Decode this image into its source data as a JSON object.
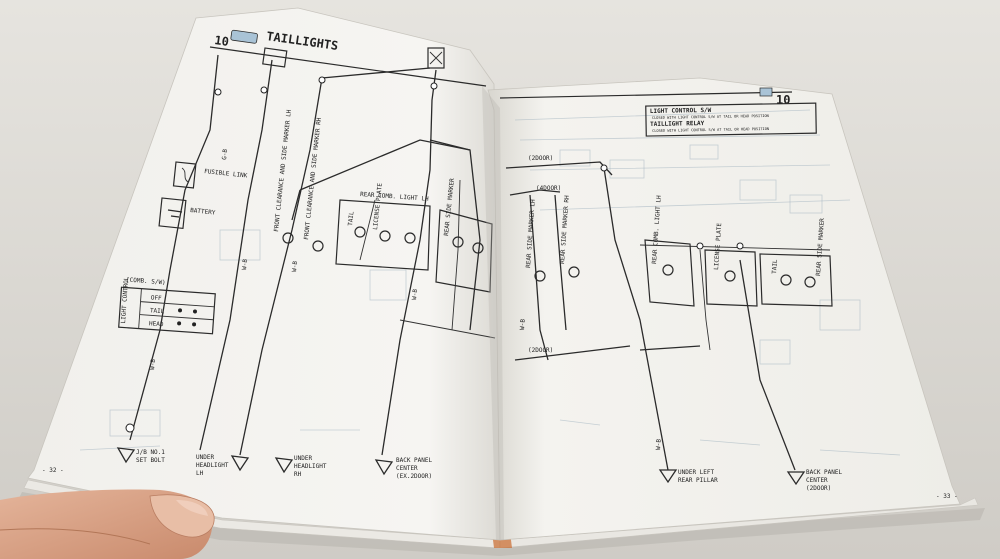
{
  "left_page": {
    "section_number": "10",
    "section_title": "TAILLIGHTS",
    "page_number": "- 32 -",
    "battery_label": "BATTERY",
    "fusible_link_label": "FUSIBLE LINK",
    "switch_header": "(COMB. S/W)",
    "switch_group": "LIGHT CONTROL",
    "switch_positions": [
      "OFF",
      "TAIL",
      "HEAD"
    ],
    "wire_labels": [
      "W-B",
      "W-B",
      "W-B",
      "W-B",
      "G-B"
    ],
    "lamp_labels": [
      "FRONT CLEARANCE AND SIDE MARKER LH",
      "FRONT CLEARANCE AND SIDE MARKER RH",
      "TAIL",
      "LICENSE PLATE",
      "REAR SIDE MARKER"
    ],
    "rear_combi_label": "REAR COMB. LIGHT LH",
    "grounds": [
      {
        "line1": "J/B NO.1",
        "line2": "SET BOLT"
      },
      {
        "line1": "UNDER",
        "line2": "HEADLIGHT",
        "line3": "LH"
      },
      {
        "line1": "UNDER",
        "line2": "HEADLIGHT",
        "line3": "RH"
      },
      {
        "line1": "BACK PANEL",
        "line2": "CENTER",
        "line3": "(EX.2DOOR)"
      }
    ]
  },
  "right_page": {
    "section_number": "10",
    "page_number": "- 33 -",
    "note_title": "LIGHT CONTROL S/W",
    "note_line1": "CLOSED WITH LIGHT CONTROL S/W AT TAIL OR HEAD POSITION",
    "relay_title": "TAILLIGHT RELAY",
    "note_line2": "CLOSED WITH LIGHT CONTROL S/W AT TAIL OR HEAD POSITION",
    "wire_labels": [
      "W-B",
      "W-B"
    ],
    "tags": [
      "(2DOOR)",
      "(4DOOR)",
      "(2DOOR)"
    ],
    "lamp_labels": [
      "REAR SIDE MARKER LH",
      "REAR SIDE MARKER RH",
      "REAR COMB. LIGHT LH",
      "LICENSE PLATE",
      "TAIL",
      "REAR SIDE MARKER"
    ],
    "grounds": [
      {
        "line1": "UNDER LEFT",
        "line2": "REAR PILLAR"
      },
      {
        "line1": "BACK PANEL",
        "line2": "CENTER",
        "line3": "(2DOOR)"
      }
    ]
  }
}
